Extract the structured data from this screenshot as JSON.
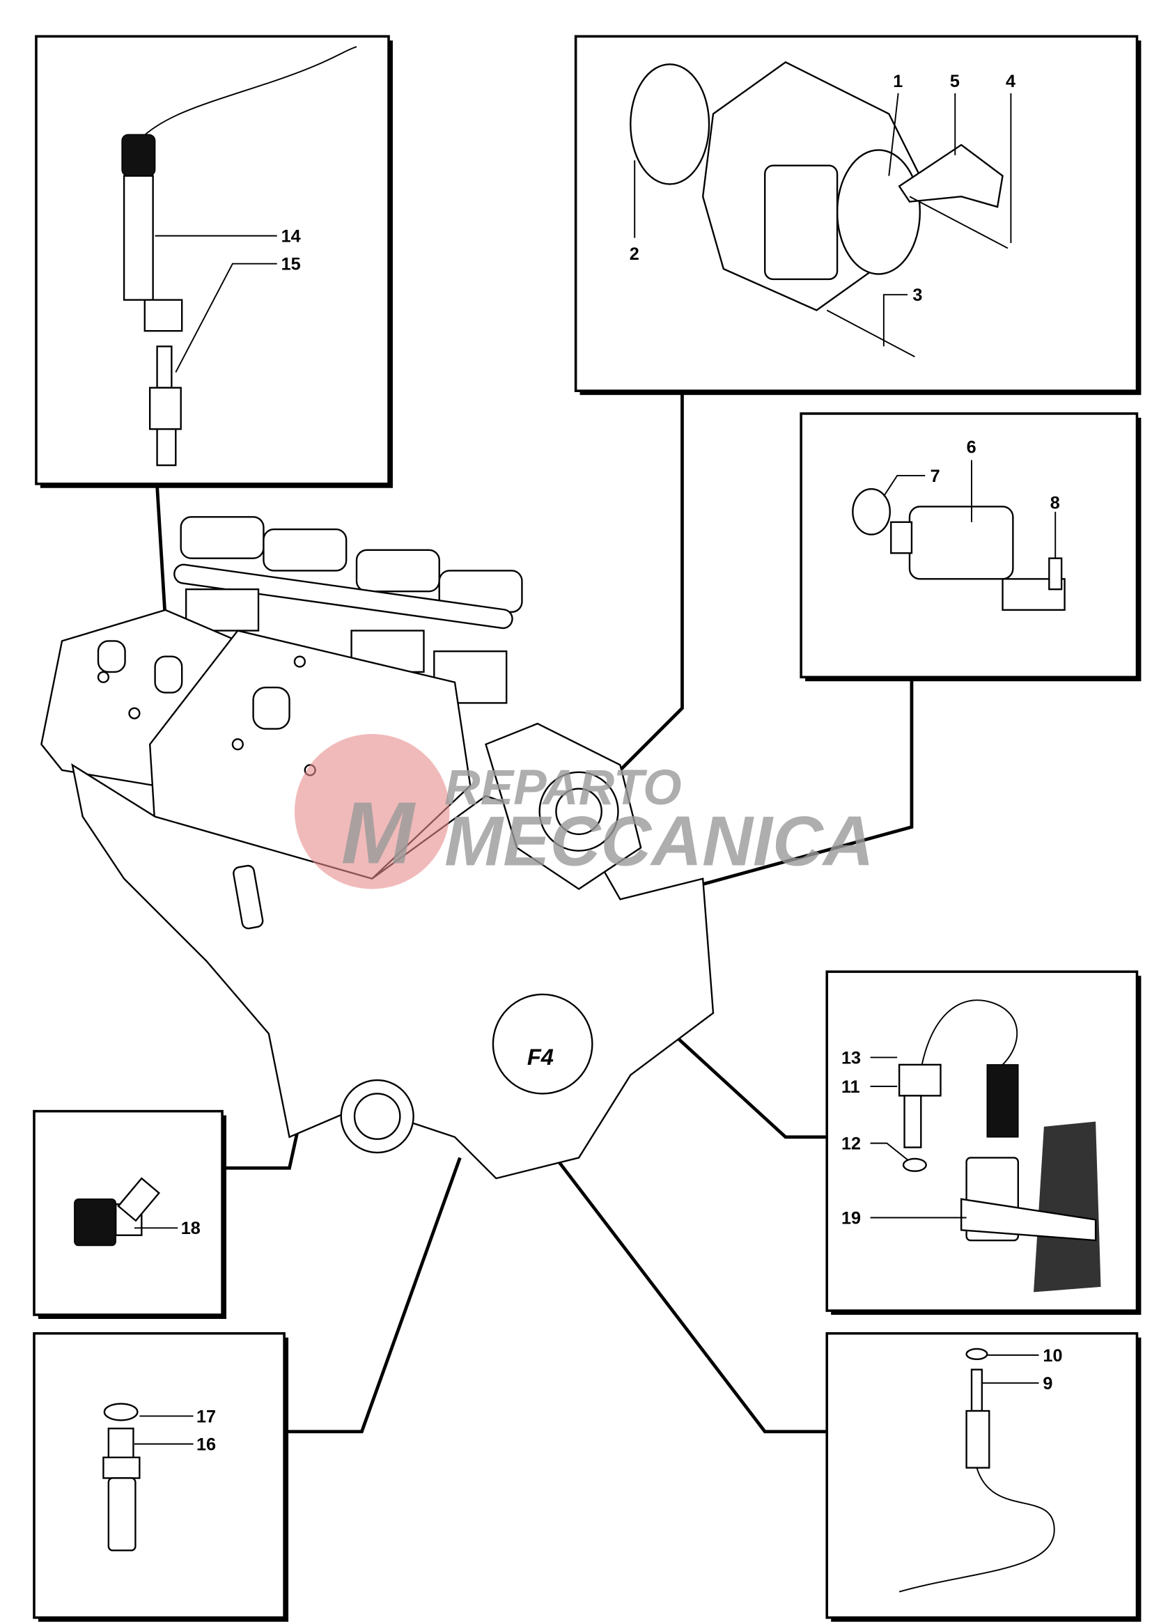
{
  "diagram": {
    "title": "Engine electrical components exploded view",
    "watermark": "REPARTO MECCANICA",
    "engine_badge": "F4",
    "panels": {
      "spark_plug": {
        "labels": [
          "14",
          "15"
        ]
      },
      "alternator": {
        "labels": [
          "1",
          "5",
          "4",
          "2",
          "3"
        ]
      },
      "starter_motor": {
        "labels": [
          "6",
          "7",
          "8"
        ]
      },
      "pickup_sensor": {
        "labels": [
          "13",
          "11",
          "12",
          "19"
        ]
      },
      "lambda_sensor": {
        "labels": [
          "10",
          "9"
        ]
      },
      "temp_sensor": {
        "labels": [
          "18"
        ]
      },
      "oil_pressure_switch": {
        "labels": [
          "17",
          "16"
        ]
      }
    }
  }
}
